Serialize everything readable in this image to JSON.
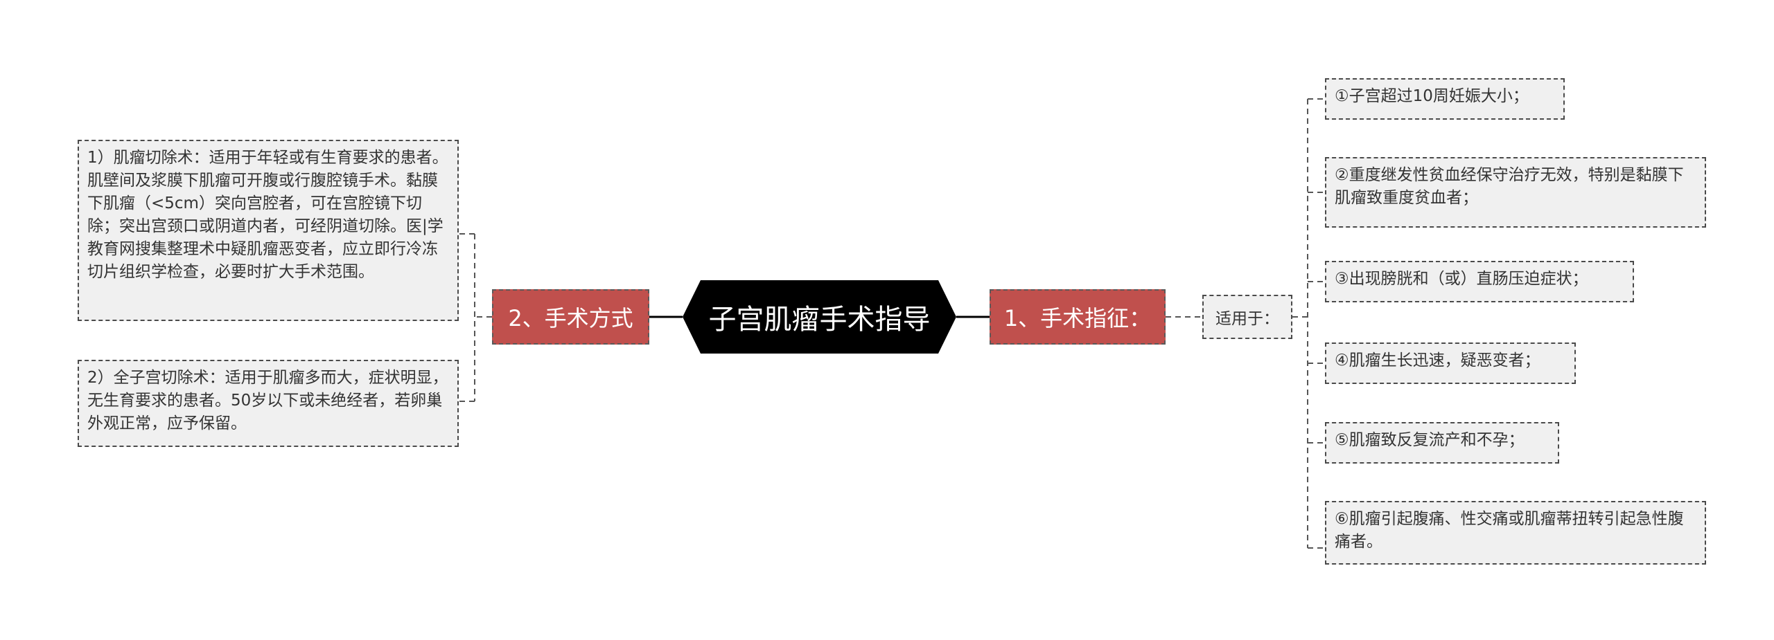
{
  "root": {
    "title": "子宫肌瘤手术指导",
    "color": "#000000"
  },
  "branch_color": "#c0504d",
  "left_branch": {
    "label": "2、手术方式",
    "children": [
      "1）肌瘤切除术：适用于年轻或有生育要求的患者。肌壁间及浆膜下肌瘤可开腹或行腹腔镜手术。黏膜下肌瘤（<5cm）突向宫腔者，可在宫腔镜下切除；突出宫颈口或阴道内者，可经阴道切除。医|学教育网搜集整理术中疑肌瘤恶变者，应立即行冷冻切片组织学检查，必要时扩大手术范围。",
      "2）全子宫切除术：适用于肌瘤多而大，症状明显，无生育要求的患者。50岁以下或未绝经者，若卵巢外观正常，应予保留。"
    ]
  },
  "right_branch": {
    "label": "1、手术指征：",
    "sub_label": "适用于：",
    "children": [
      "①子宫超过10周妊娠大小；",
      "②重度继发性贫血经保守治疗无效，特别是黏膜下肌瘤致重度贫血者；",
      "③出现膀胱和（或）直肠压迫症状；",
      "④肌瘤生长迅速，疑恶变者；",
      "⑤肌瘤致反复流产和不孕；",
      "⑥肌瘤引起腹痛、性交痛或肌瘤蒂扭转引起急性腹痛者。"
    ]
  }
}
